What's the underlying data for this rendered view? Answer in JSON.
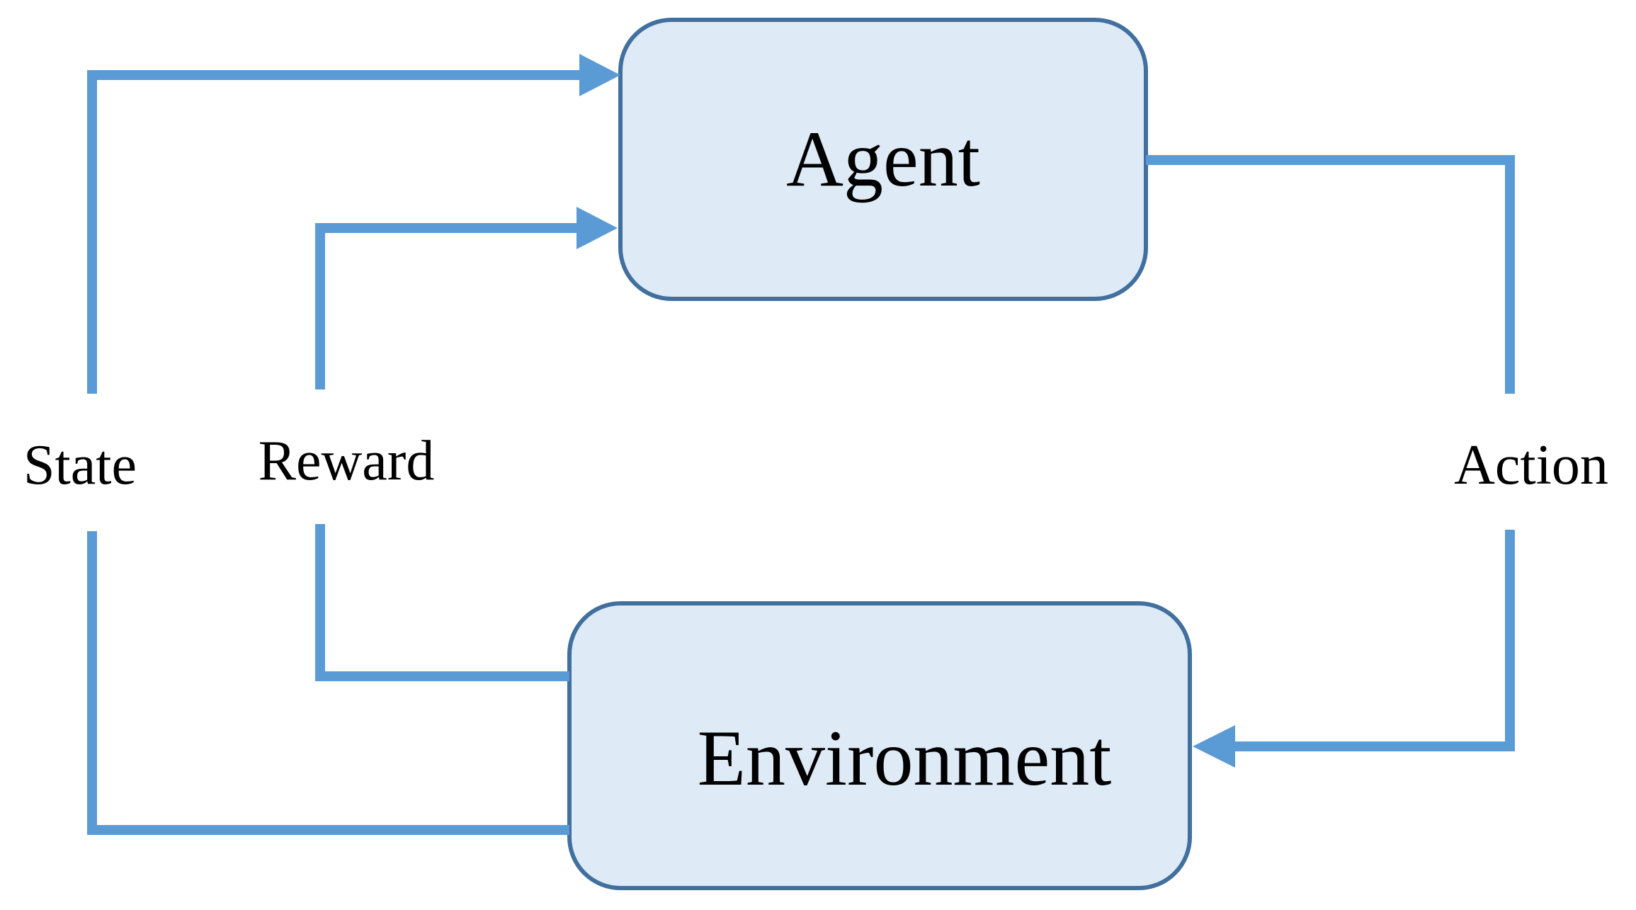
{
  "colors": {
    "box_fill": "#dfeaf7",
    "box_stroke": "#41709e",
    "arrow": "#5b9bd5",
    "text": "#000000",
    "background": "#ffffff"
  },
  "nodes": {
    "agent": {
      "label": "Agent"
    },
    "environment": {
      "label": "Environment"
    }
  },
  "edges": {
    "state": {
      "label": "State",
      "from": "environment",
      "to": "agent"
    },
    "reward": {
      "label": "Reward",
      "from": "environment",
      "to": "agent"
    },
    "action": {
      "label": "Action",
      "from": "agent",
      "to": "environment"
    }
  }
}
